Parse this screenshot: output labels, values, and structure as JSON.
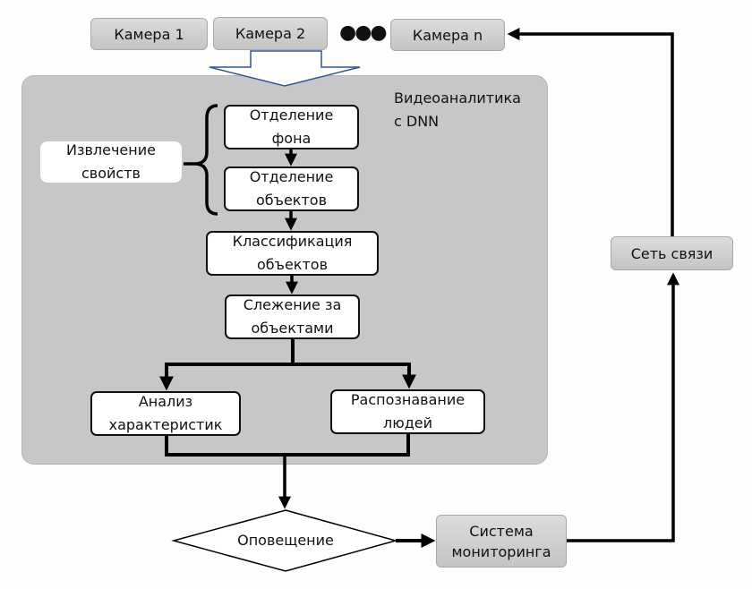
{
  "cameras": [
    {
      "label": "Камера 1"
    },
    {
      "label": "Камера 2"
    },
    {
      "label": "Камера n"
    }
  ],
  "ellipsis": "●●●",
  "videoanalytics": {
    "title_line1": "Видеоаналитика",
    "title_line2": "с DNN"
  },
  "feature_extraction": {
    "line1": "Извлечение",
    "line2": "свойств"
  },
  "steps": {
    "background_separation": {
      "line1": "Отделение",
      "line2": "фона"
    },
    "object_separation": {
      "line1": "Отделение",
      "line2": "объектов"
    },
    "classification": {
      "line1": "Классификация",
      "line2": "объектов"
    },
    "tracking": {
      "line1": "Слежение за",
      "line2": "объектами"
    },
    "analysis": {
      "line1": "Анализ",
      "line2": "характеристик"
    },
    "recognition": {
      "line1": "Распознавание",
      "line2": "людей"
    }
  },
  "notification": {
    "label": "Оповещение"
  },
  "monitoring": {
    "line1": "Система",
    "line2": "мониторинга"
  },
  "network": {
    "label": "Сеть связи"
  },
  "colors": {
    "panel": "#c7c7c7",
    "gray_box": "#d0d0d0",
    "connector": "#000000",
    "input_arrow": "#2f5597"
  }
}
